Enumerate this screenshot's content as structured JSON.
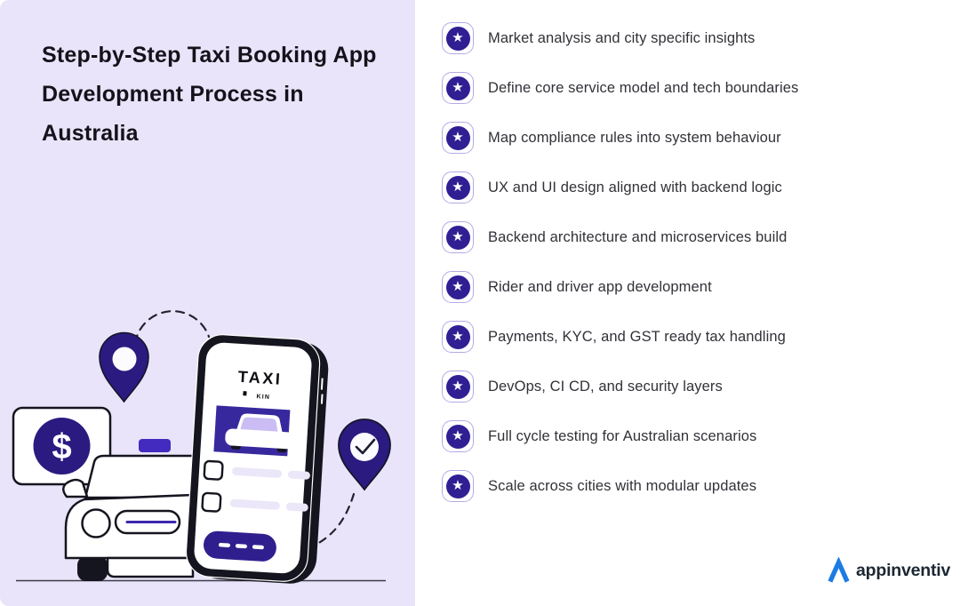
{
  "title": "Step-by-Step Taxi Booking App Development Process in Australia",
  "steps": [
    {
      "label": "Market analysis and city specific insights"
    },
    {
      "label": "Define core service model and tech boundaries"
    },
    {
      "label": "Map compliance rules into system behaviour"
    },
    {
      "label": "UX and UI design aligned with backend logic"
    },
    {
      "label": "Backend architecture and microservices build"
    },
    {
      "label": "Rider and driver app development"
    },
    {
      "label": "Payments, KYC, and GST ready tax handling"
    },
    {
      "label": "DevOps, CI CD, and security layers"
    },
    {
      "label": "Full cycle testing for Australian scenarios"
    },
    {
      "label": "Scale across cities with modular updates"
    }
  ],
  "illustration": {
    "phone_screen_title": "TAXI",
    "phone_screen_subtitle": "KIN",
    "dollar_symbol": "$",
    "star_glyph": "★"
  },
  "branding": {
    "logo_text": "appinventiv"
  },
  "colors": {
    "left_panel_bg": "#E9E4F9",
    "indigo_dark": "#2B1B80",
    "badge_circle": "#2F1F93",
    "badge_border": "#B5AAE4",
    "screen_purple": "#38289E",
    "pill_purple": "#2F1F8E",
    "taxi_sign_purple": "#432BC0",
    "logo_blue": "#1D7BE4"
  }
}
